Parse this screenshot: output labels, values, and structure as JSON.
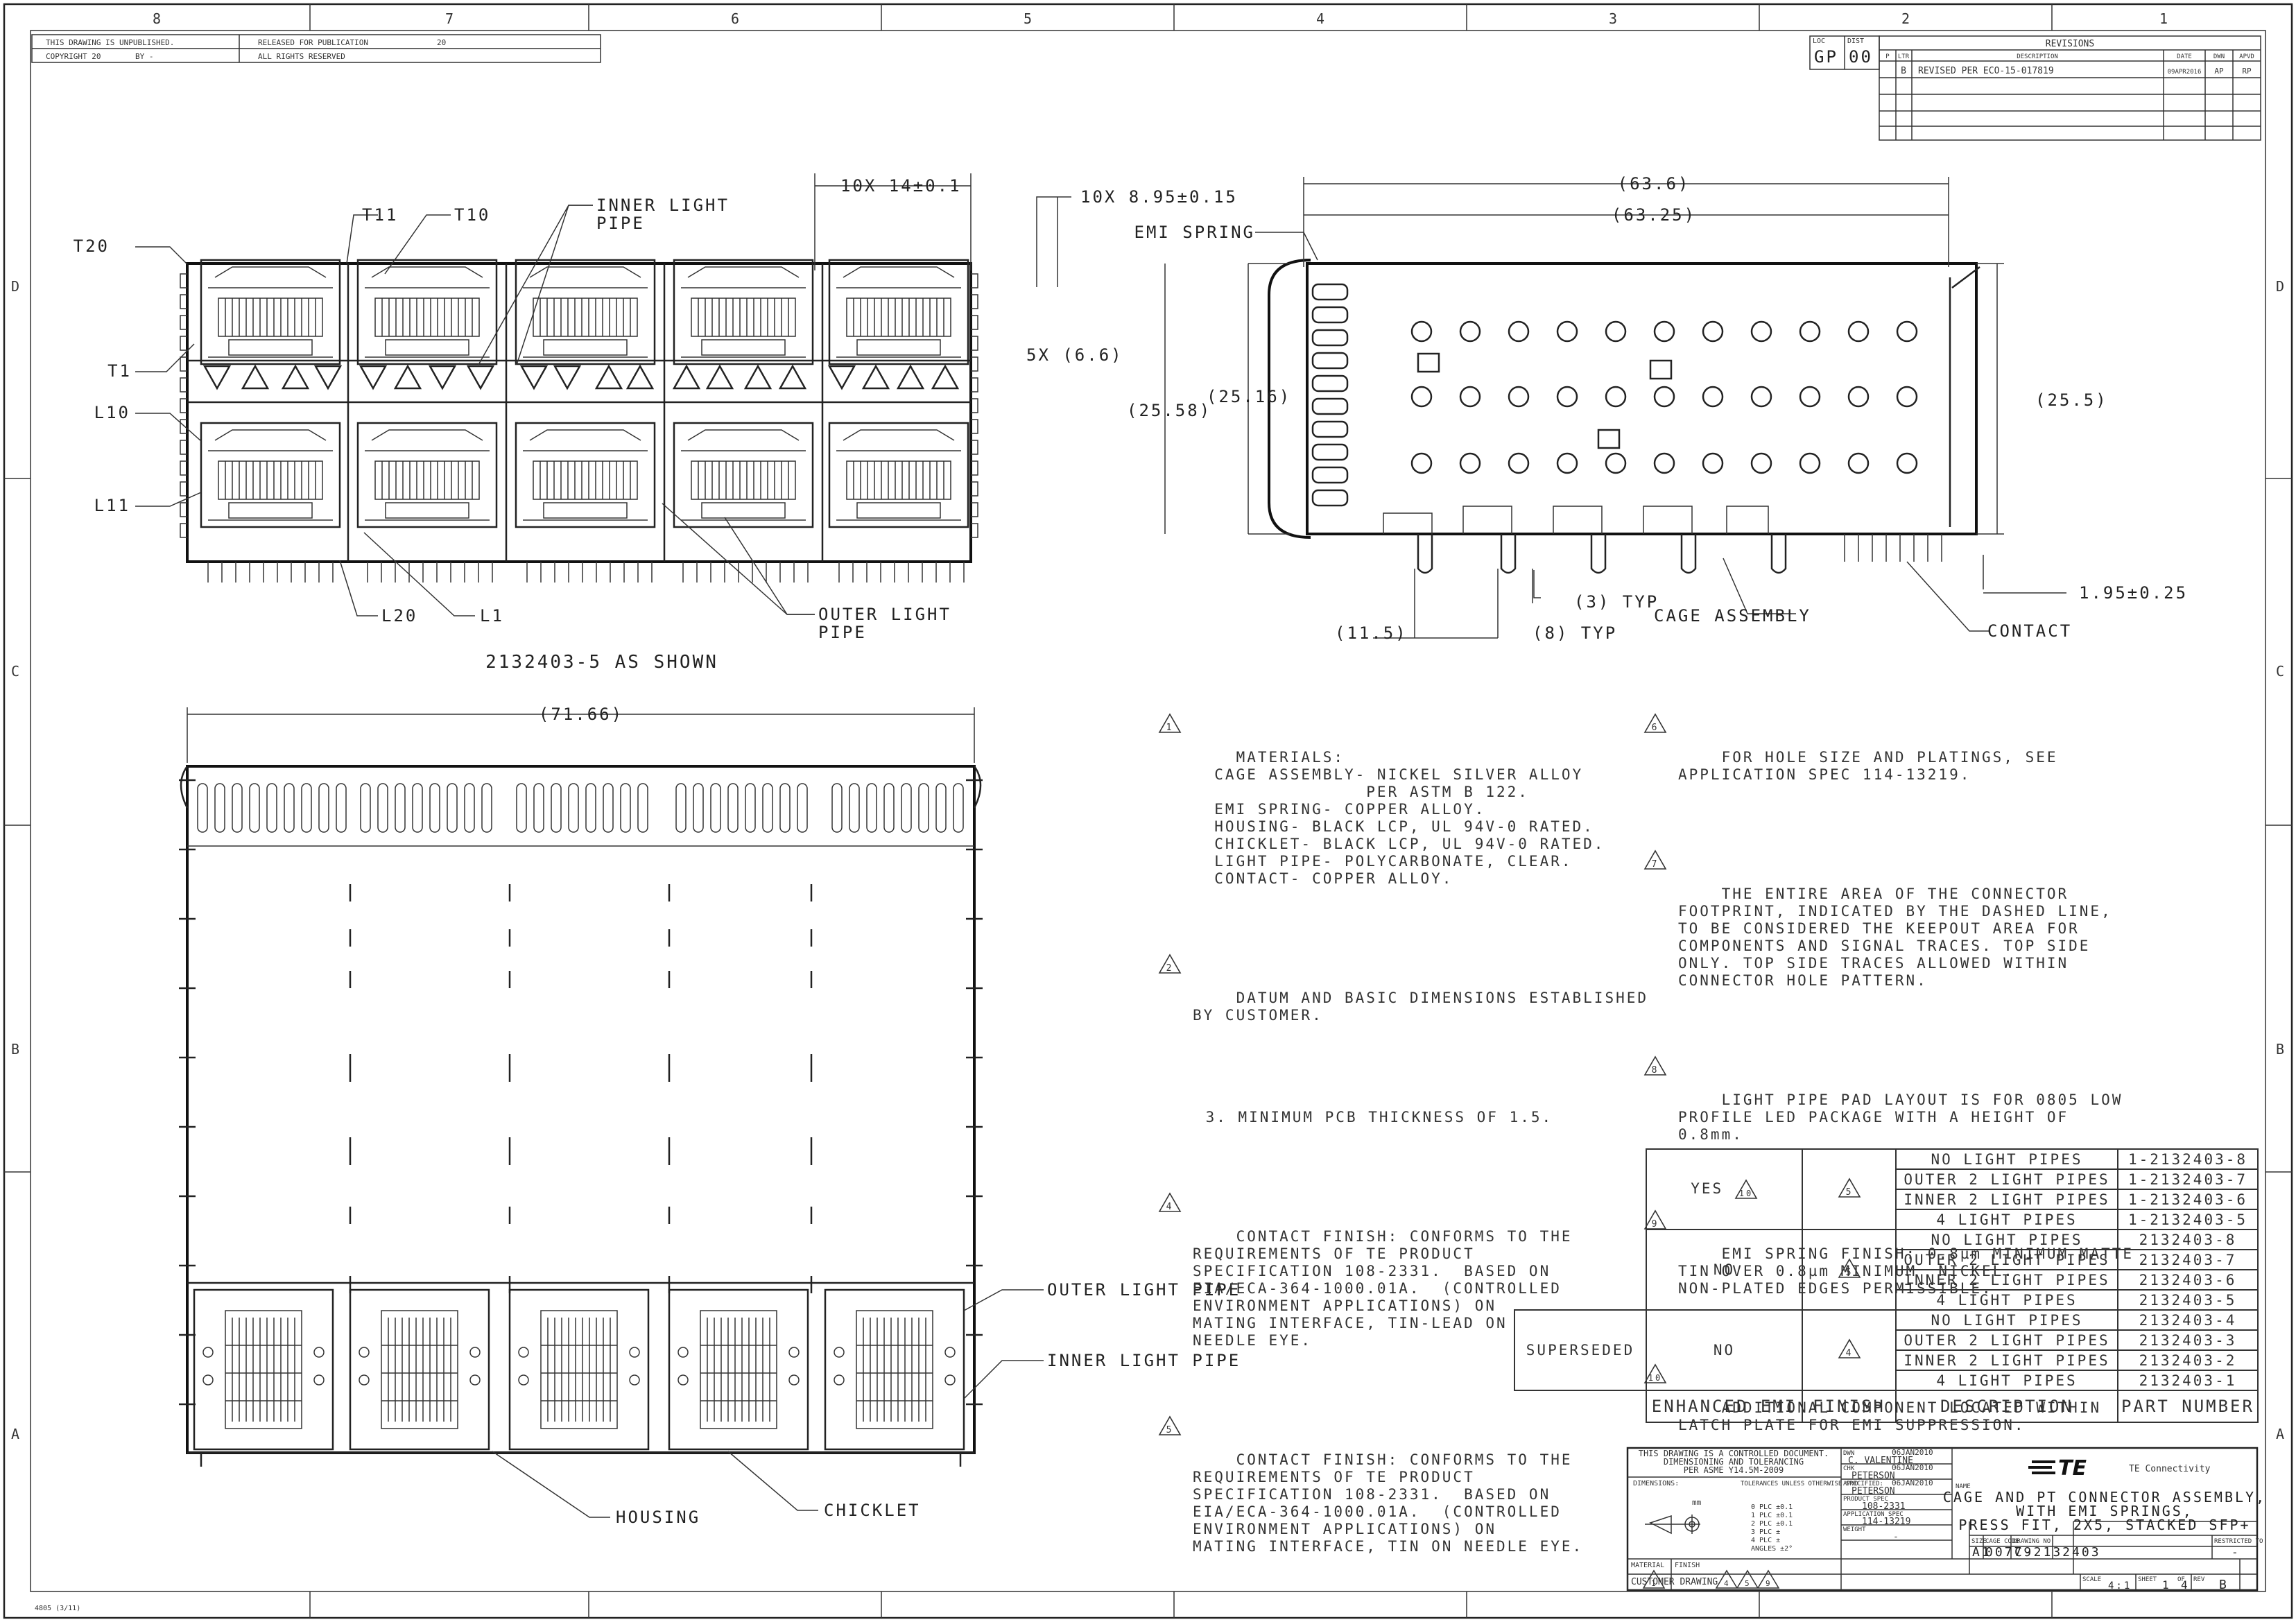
{
  "zones": {
    "top": [
      "8",
      "7",
      "6",
      "5",
      "4",
      "3",
      "2",
      "1"
    ],
    "side": [
      "D",
      "C",
      "B",
      "A"
    ]
  },
  "header": {
    "unpublished": "THIS DRAWING IS UNPUBLISHED.",
    "released": "RELEASED FOR PUBLICATION",
    "year": "20",
    "copyright": "COPYRIGHT 20",
    "by": "BY -",
    "rights": "ALL RIGHTS RESERVED"
  },
  "revisions": {
    "title": "REVISIONS",
    "loc_label": "LOC",
    "loc_value": "GP",
    "dist_label": "DIST",
    "dist_value": "00",
    "cols": [
      "P",
      "LTR",
      "DESCRIPTION",
      "DATE",
      "DWN",
      "APVD"
    ],
    "rows": [
      {
        "ltr": "B",
        "desc": "REVISED PER ECO-15-017819",
        "date": "09APR2016",
        "dwn": "AP",
        "apvd": "RP"
      }
    ]
  },
  "front_view": {
    "callouts": [
      "T20",
      "T1",
      "L10",
      "L11",
      "T11",
      "T10",
      "INNER LIGHT",
      "PIPE",
      "L20",
      "L1",
      "OUTER LIGHT",
      "PIPE"
    ],
    "pitch": "10X 14±0.1",
    "caption": "2132403-5 AS SHOWN"
  },
  "side_view": {
    "emi": "EMI SPRING",
    "dims": [
      "(63.6)",
      "(63.25)",
      "10X 8.95±0.15",
      "5X (6.6)",
      "(25.58)",
      "(25.16)",
      "(25.5)",
      "1.95±0.25",
      "(11.5)",
      "(8) TYP",
      "(3) TYP"
    ],
    "labels": [
      "CAGE ASSEMBLY",
      "CONTACT"
    ]
  },
  "top_view": {
    "dim": "(71.66)",
    "labels": [
      "OUTER LIGHT PIPE",
      "INNER LIGHT PIPE",
      "HOUSING",
      "CHICKLET"
    ]
  },
  "notes_left": [
    {
      "mark": "1",
      "text": "MATERIALS:\n  CAGE ASSEMBLY- NICKEL SILVER ALLOY\n                PER ASTM B 122.\n  EMI SPRING- COPPER ALLOY.\n  HOUSING- BLACK LCP, UL 94V-0 RATED.\n  CHICKLET- BLACK LCP, UL 94V-0 RATED.\n  LIGHT PIPE- POLYCARBONATE, CLEAR.\n  CONTACT- COPPER ALLOY."
    },
    {
      "mark": "2",
      "text": "DATUM AND BASIC DIMENSIONS ESTABLISHED\nBY CUSTOMER."
    },
    {
      "mark": "",
      "text": "3. MINIMUM PCB THICKNESS OF 1.5."
    },
    {
      "mark": "4",
      "text": "CONTACT FINISH: CONFORMS TO THE\nREQUIREMENTS OF TE PRODUCT\nSPECIFICATION 108-2331.  BASED ON\nEIA/ECA-364-1000.01A.  (CONTROLLED\nENVIRONMENT APPLICATIONS) ON\nMATING INTERFACE, TIN-LEAD ON\nNEEDLE EYE."
    },
    {
      "mark": "5",
      "text": "CONTACT FINISH: CONFORMS TO THE\nREQUIREMENTS OF TE PRODUCT\nSPECIFICATION 108-2331.  BASED ON\nEIA/ECA-364-1000.01A.  (CONTROLLED\nENVIRONMENT APPLICATIONS) ON\nMATING INTERFACE, TIN ON NEEDLE EYE."
    }
  ],
  "notes_right": [
    {
      "mark": "6",
      "text": "FOR HOLE SIZE AND PLATINGS, SEE\nAPPLICATION SPEC 114-13219."
    },
    {
      "mark": "7",
      "text": "THE ENTIRE AREA OF THE CONNECTOR\nFOOTPRINT, INDICATED BY THE DASHED LINE,\nTO BE CONSIDERED THE KEEPOUT AREA FOR\nCOMPONENTS AND SIGNAL TRACES. TOP SIDE\nONLY. TOP SIDE TRACES ALLOWED WITHIN\nCONNECTOR HOLE PATTERN."
    },
    {
      "mark": "8",
      "text": "LIGHT PIPE PAD LAYOUT IS FOR 0805 LOW\nPROFILE LED PACKAGE WITH A HEIGHT OF\n0.8mm."
    },
    {
      "mark": "9",
      "text": "EMI SPRING FINISH: 0.8µm MINIMUM MATTE\nTIN OVER 0.8µm MINIMUM  NICKEL.\nNON-PLATED EDGES PERMISSIBLE."
    },
    {
      "mark": "10",
      "text": "ADDITIONAL COMPONENT LOCATED WITHIN\nLATCH PLATE FOR EMI SUPPRESSION."
    }
  ],
  "part_table": {
    "headers": [
      "ENHANCED EMI",
      "FINISH",
      "DESCRIPTION",
      "PART NUMBER"
    ],
    "superseded": "SUPERSEDED",
    "groups": [
      {
        "emi": "YES",
        "emi_mark": "10",
        "finish_mark": "5",
        "rows": [
          [
            "NO LIGHT PIPES",
            "1-2132403-8"
          ],
          [
            "OUTER 2 LIGHT PIPES",
            "1-2132403-7"
          ],
          [
            "INNER 2 LIGHT PIPES",
            "1-2132403-6"
          ],
          [
            "4 LIGHT PIPES",
            "1-2132403-5"
          ]
        ]
      },
      {
        "emi": "NO",
        "emi_mark": "",
        "finish_mark": "5",
        "rows": [
          [
            "NO LIGHT PIPES",
            "2132403-8"
          ],
          [
            "OUTER 2 LIGHT PIPES",
            "2132403-7"
          ],
          [
            "INNER 2 LIGHT PIPES",
            "2132403-6"
          ],
          [
            "4 LIGHT PIPES",
            "2132403-5"
          ]
        ]
      },
      {
        "emi": "NO",
        "emi_mark": "",
        "finish_mark": "4",
        "rows": [
          [
            "NO LIGHT PIPES",
            "2132403-4"
          ],
          [
            "OUTER 2 LIGHT PIPES",
            "2132403-3"
          ],
          [
            "INNER 2 LIGHT PIPES",
            "2132403-2"
          ],
          [
            "4 LIGHT PIPES",
            "2132403-1"
          ]
        ]
      }
    ]
  },
  "title_block": {
    "controlled": [
      "THIS DRAWING IS A CONTROLLED DOCUMENT.",
      "DIMENSIONING AND TOLERANCING",
      "PER ASME Y14.5M-2009"
    ],
    "dimensions_label": "DIMENSIONS:",
    "units": "mm",
    "tolerances": "TOLERANCES UNLESS OTHERWISE SPECIFIED:",
    "plc": [
      "0 PLC   ±0.1",
      "1 PLC   ±0.1",
      "2 PLC   ±0.1",
      "3 PLC   ±",
      "4 PLC   ±",
      "ANGLES   ±2°"
    ],
    "material_label": "MATERIAL",
    "finish_label": "FINISH",
    "dwn": "DWN",
    "dwn_name": "C. VALENTINE",
    "dwn_date": "06JAN2010",
    "chk": "CHK",
    "chk_name": "PETERSON",
    "chk_date": "06JAN2010",
    "apvd": "APVD",
    "apvd_name": "PETERSON",
    "apvd_date": "06JAN2010",
    "product_spec_label": "PRODUCT SPEC",
    "product_spec": "108-2331",
    "application_spec_label": "APPLICATION SPEC",
    "application_spec": "114-13219",
    "weight_label": "WEIGHT",
    "weight": "-",
    "company": "TE Connectivity",
    "logo": "TE",
    "name_label": "NAME",
    "name": [
      "CAGE AND PT CONNECTOR ASSEMBLY,",
      "WITH EMI SPRINGS,",
      "PRESS FIT, 2X5, STACKED SFP+"
    ],
    "size_label": "SIZE",
    "size": "A1",
    "cage_label": "CAGE CODE",
    "cage": "00779",
    "drawing_label": "DRAWING NO",
    "drawing": "C-2132403",
    "restricted_label": "RESTRICTED TO",
    "restricted": "-",
    "scale_label": "SCALE",
    "scale": "4:1",
    "sheet_label": "SHEET",
    "sheet": "1",
    "of_label": "OF",
    "of": "4",
    "rev_label": "REV",
    "rev": "B",
    "customer": "CUSTOMER DRAWING"
  },
  "footer_code": "4805 (3/11)"
}
